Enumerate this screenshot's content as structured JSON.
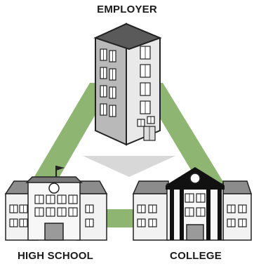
{
  "labels": {
    "employer": "EMPLOYER",
    "high_school": "HIGH SCHOOL",
    "college": "COLLEGE"
  },
  "colors": {
    "connector_green": "#8fb572",
    "building_gray": "#b9b9b9",
    "building_light": "#f0f0f0",
    "outline": "#222222",
    "college_columns": "#111111",
    "roof_gray": "#8c8c8c"
  },
  "icons": [
    "office-tower-icon",
    "high-school-building-icon",
    "college-building-icon",
    "flag-icon",
    "clock-icon"
  ]
}
